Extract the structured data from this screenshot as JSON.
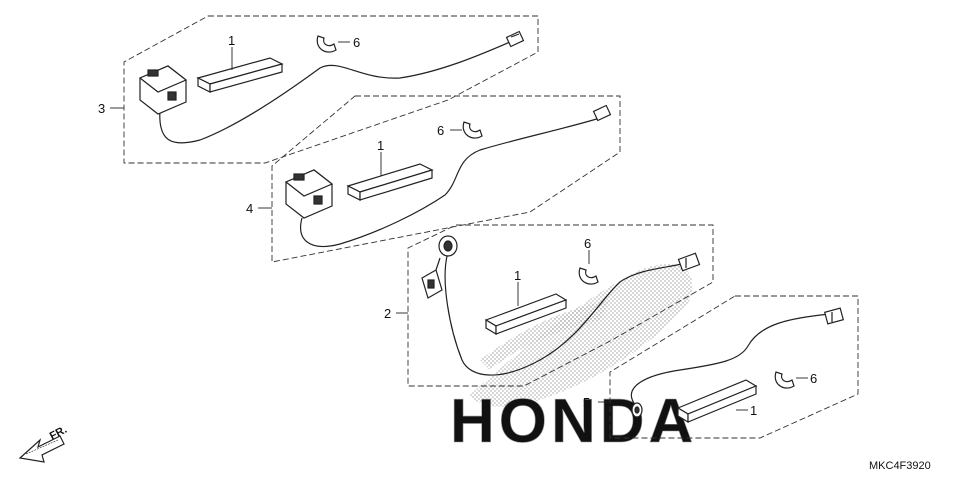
{
  "diagram": {
    "callouts": {
      "g3": {
        "ref": "3",
        "pad": "1",
        "clip": "6"
      },
      "g4": {
        "ref": "4",
        "pad": "1",
        "clip": "6"
      },
      "g2": {
        "ref": "2",
        "pad": "1",
        "clip": "6"
      },
      "g5": {
        "ref": "5",
        "pad": "1",
        "clip": "6"
      }
    },
    "watermark": "HONDA",
    "direction_label": "FR.",
    "drawing_code": "MKC4F3920"
  },
  "colors": {
    "line": "#222222",
    "dashed_box": "#333333",
    "watermark": "#9a9a9a"
  }
}
